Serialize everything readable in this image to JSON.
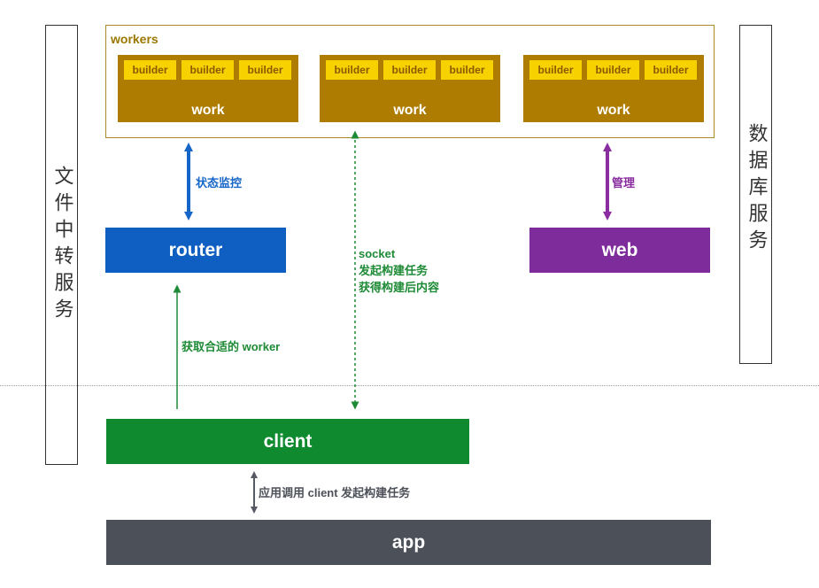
{
  "side_left": {
    "label": "文件中转服务"
  },
  "side_right": {
    "label": "数据库服务"
  },
  "workers": {
    "title": "workers",
    "groups": [
      {
        "label": "work",
        "builders": [
          "builder",
          "builder",
          "builder"
        ]
      },
      {
        "label": "work",
        "builders": [
          "builder",
          "builder",
          "builder"
        ]
      },
      {
        "label": "work",
        "builders": [
          "builder",
          "builder",
          "builder"
        ]
      }
    ]
  },
  "nodes": {
    "router": "router",
    "web": "web",
    "client": "client",
    "app": "app"
  },
  "edges": {
    "status_monitor": "状态监控",
    "manage": "管理",
    "socket_lines": [
      "socket",
      "发起构建任务",
      "获得构建后内容"
    ],
    "get_worker": "获取合适的 worker",
    "app_call": "应用调用 client 发起构建任务"
  },
  "colors": {
    "router": "#0f5fc2",
    "web": "#7e2b9b",
    "client": "#0f8a2e",
    "app": "#4c5058",
    "work": "#ad7c00",
    "builder": "#f7d100",
    "blue_arrow": "#1566c8",
    "purple_arrow": "#8a2da0",
    "green_arrow": "#1d8a35",
    "gray_arrow": "#555a63"
  }
}
